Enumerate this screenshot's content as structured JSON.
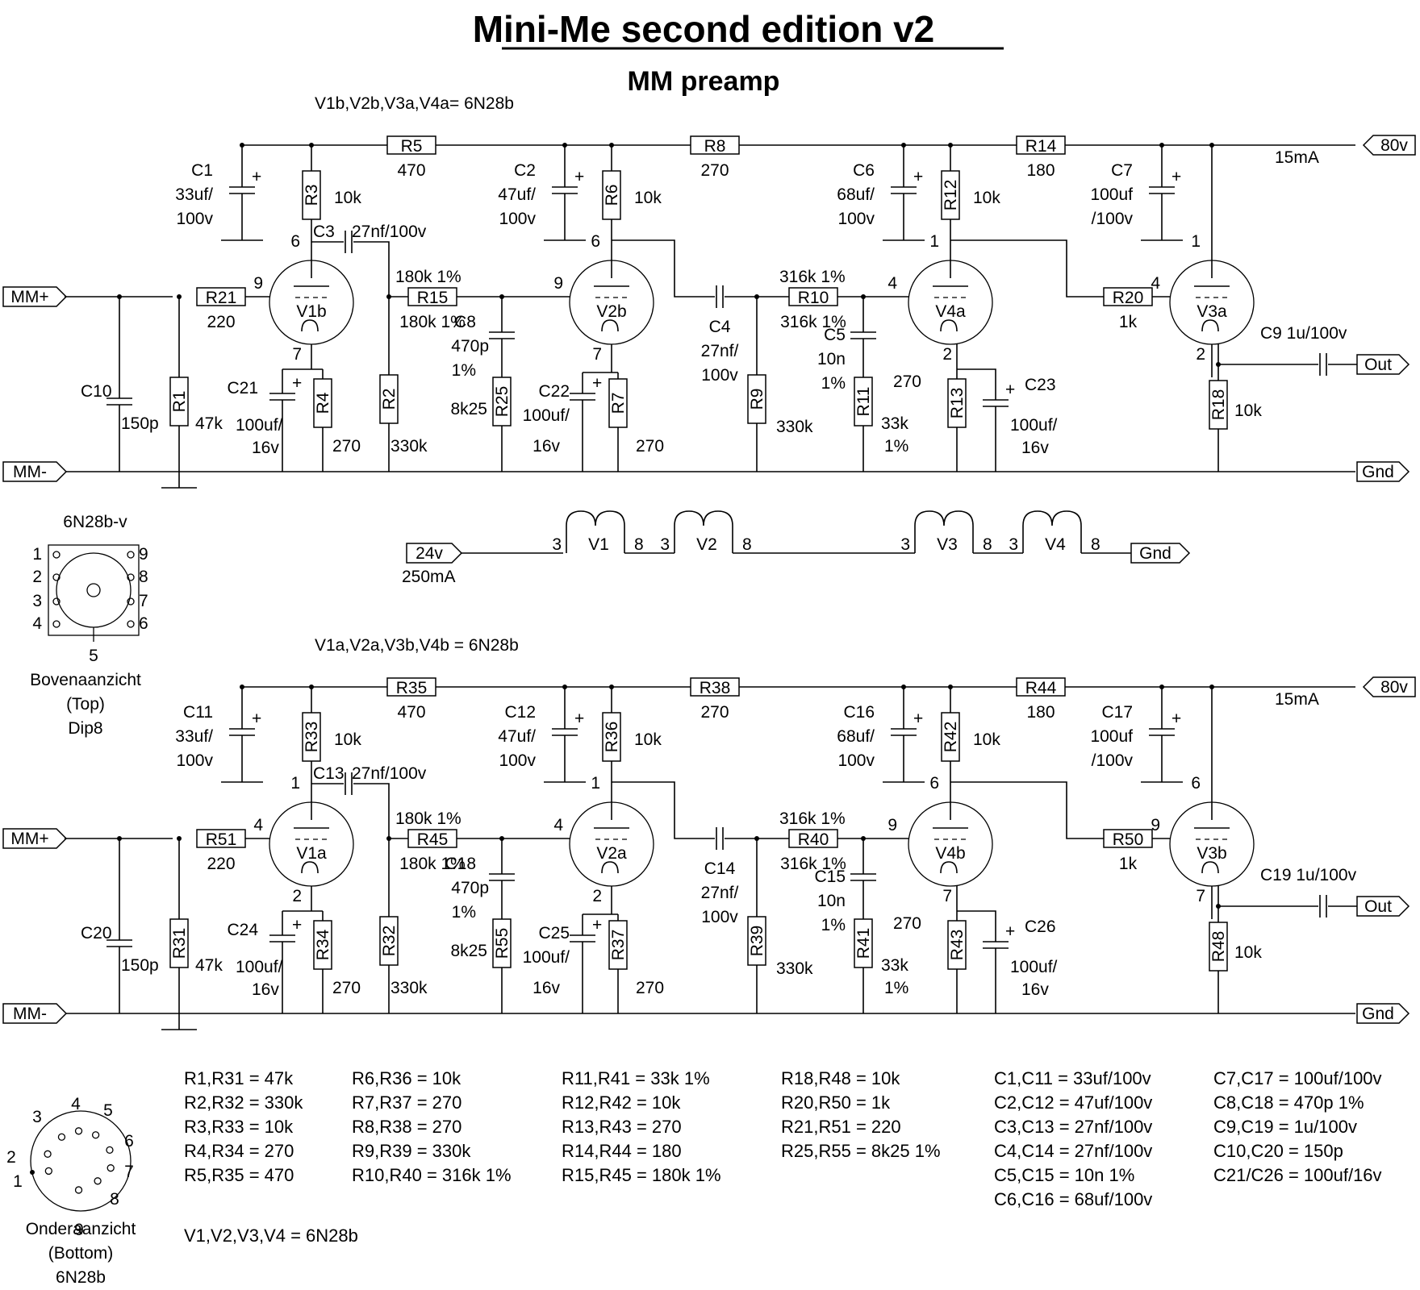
{
  "title": "Mini-Me second edition v2",
  "subtitle": "MM preamp",
  "top": {
    "tube_note": "V1b,V2b,V3a,V4a= 6N28b",
    "supply": "80v",
    "current": "15mA",
    "in_pos": "MM+",
    "in_neg": "MM-",
    "out": "Out",
    "gnd": "Gnd",
    "parts": {
      "R5": [
        "R5",
        "470"
      ],
      "R8": [
        "R8",
        "270"
      ],
      "R14": [
        "R14",
        "180"
      ],
      "C1": [
        "C1",
        "33uf/",
        "100v"
      ],
      "C2": [
        "C2",
        "47uf/",
        "100v"
      ],
      "C6": [
        "C6",
        "68uf/",
        "100v"
      ],
      "C7": [
        "C7",
        "100uf",
        "/100v"
      ],
      "R3": [
        "R3",
        "10k"
      ],
      "R6": [
        "R6",
        "10k"
      ],
      "R12": [
        "R12",
        "10k"
      ],
      "C3": [
        "C3",
        "27nf/100v"
      ],
      "R21": [
        "R21",
        "220"
      ],
      "R15": [
        "R15",
        "180k 1%"
      ],
      "R10": [
        "R10",
        "316k 1%"
      ],
      "R20": [
        "R20",
        "1k"
      ],
      "C8": [
        "C8",
        "470p",
        "1%"
      ],
      "C4": [
        "C4",
        "27nf/",
        "100v"
      ],
      "C5": [
        "C5",
        "10n",
        "1%"
      ],
      "C9": [
        "C9 1u/100v"
      ],
      "C10": [
        "C10",
        "150p"
      ],
      "R1": [
        "R1",
        "47k"
      ],
      "C21": [
        "C21",
        "100uf/",
        "16v"
      ],
      "R4": [
        "R4",
        "270"
      ],
      "R2": [
        "R2",
        "330k"
      ],
      "R25": [
        "R25",
        "8k25"
      ],
      "C22": [
        "C22",
        "100uf/",
        "16v"
      ],
      "R7": [
        "R7",
        "270"
      ],
      "R9": [
        "R9",
        "330k"
      ],
      "R11": [
        "R11",
        "33k",
        "1%"
      ],
      "R13": [
        "R13",
        "270"
      ],
      "C23": [
        "C23",
        "100uf/",
        "16v"
      ],
      "R18": [
        "R18",
        "10k"
      ]
    },
    "tubes": {
      "V1": {
        "name": "V1b",
        "g": "9",
        "a": "6",
        "k": "7"
      },
      "V2": {
        "name": "V2b",
        "g": "9",
        "a": "6",
        "k": "7"
      },
      "V4": {
        "name": "V4a",
        "g": "4",
        "a": "1",
        "k": "2"
      },
      "V3": {
        "name": "V3a",
        "g": "4",
        "a": "1",
        "k": "2"
      }
    }
  },
  "bottom": {
    "tube_note": "V1a,V2a,V3b,V4b = 6N28b",
    "supply": "80v",
    "current": "15mA",
    "in_pos": "MM+",
    "in_neg": "MM-",
    "out": "Out",
    "gnd": "Gnd",
    "parts": {
      "R5": [
        "R35",
        "470"
      ],
      "R8": [
        "R38",
        "270"
      ],
      "R14": [
        "R44",
        "180"
      ],
      "C1": [
        "C11",
        "33uf/",
        "100v"
      ],
      "C2": [
        "C12",
        "47uf/",
        "100v"
      ],
      "C6": [
        "C16",
        "68uf/",
        "100v"
      ],
      "C7": [
        "C17",
        "100uf",
        "/100v"
      ],
      "R3": [
        "R33",
        "10k"
      ],
      "R6": [
        "R36",
        "10k"
      ],
      "R12": [
        "R42",
        "10k"
      ],
      "C3": [
        "C13",
        "27nf/100v"
      ],
      "R21": [
        "R51",
        "220"
      ],
      "R15": [
        "R45",
        "180k 1%"
      ],
      "R10": [
        "R40",
        "316k 1%"
      ],
      "R20": [
        "R50",
        "1k"
      ],
      "C8": [
        "C18",
        "470p",
        "1%"
      ],
      "C4": [
        "C14",
        "27nf/",
        "100v"
      ],
      "C5": [
        "C15",
        "10n",
        "1%"
      ],
      "C9": [
        "C19 1u/100v"
      ],
      "C10": [
        "C20",
        "150p"
      ],
      "R1": [
        "R31",
        "47k"
      ],
      "C21": [
        "C24",
        "100uf/",
        "16v"
      ],
      "R4": [
        "R34",
        "270"
      ],
      "R2": [
        "R32",
        "330k"
      ],
      "R25": [
        "R55",
        "8k25"
      ],
      "C22": [
        "C25",
        "100uf/",
        "16v"
      ],
      "R7": [
        "R37",
        "270"
      ],
      "R9": [
        "R39",
        "330k"
      ],
      "R11": [
        "R41",
        "33k",
        "1%"
      ],
      "R13": [
        "R43",
        "270"
      ],
      "C23": [
        "C26",
        "100uf/",
        "16v"
      ],
      "R18": [
        "R48",
        "10k"
      ]
    },
    "tubes": {
      "V1": {
        "name": "V1a",
        "g": "4",
        "a": "1",
        "k": "2"
      },
      "V2": {
        "name": "V2a",
        "g": "4",
        "a": "1",
        "k": "2"
      },
      "V4": {
        "name": "V4b",
        "g": "9",
        "a": "6",
        "k": "7"
      },
      "V3": {
        "name": "V3b",
        "g": "9",
        "a": "6",
        "k": "7"
      }
    }
  },
  "heater": {
    "supply": "24v",
    "current": "250mA",
    "gnd": "Gnd",
    "filaments": [
      {
        "name": "V1",
        "p1": "3",
        "p2": "8"
      },
      {
        "name": "V2",
        "p1": "3",
        "p2": "8"
      },
      {
        "name": "V3",
        "p1": "3",
        "p2": "8"
      },
      {
        "name": "V4",
        "p1": "3",
        "p2": "8"
      }
    ]
  },
  "pinout_top": {
    "title": "6N28b-v",
    "left_pins": [
      "1",
      "2",
      "3",
      "4"
    ],
    "right_pins": [
      "9",
      "8",
      "7",
      "6"
    ],
    "bottom_pin": "5",
    "caption": [
      "Bovenaanzicht",
      "(Top)",
      "Dip8"
    ]
  },
  "pinout_bottom": {
    "pins": [
      "1",
      "2",
      "3",
      "4",
      "5",
      "6",
      "7",
      "8",
      "9"
    ],
    "caption": [
      "Onderaanzicht",
      "(Bottom)",
      "6N28b"
    ]
  },
  "bom": [
    [
      "R1,R31 = 47k",
      "R2,R32 = 330k",
      "R3,R33 = 10k",
      "R4,R34 = 270",
      "R5,R35 = 470"
    ],
    [
      "R6,R36 = 10k",
      "R7,R37 = 270",
      "R8,R38 = 270",
      "R9,R39 = 330k",
      "R10,R40 = 316k 1%"
    ],
    [
      "R11,R41 = 33k 1%",
      "R12,R42 = 10k",
      "R13,R43 = 270",
      "R14,R44 = 180",
      "R15,R45 = 180k 1%"
    ],
    [
      "R18,R48 = 10k",
      "R20,R50 = 1k",
      "R21,R51 = 220",
      "R25,R55 = 8k25 1%"
    ],
    [
      "C1,C11 = 33uf/100v",
      "C2,C12 = 47uf/100v",
      "C3,C13 = 27nf/100v",
      "C4,C14 = 27nf/100v",
      "C5,C15 = 10n 1%",
      "C6,C16 = 68uf/100v"
    ],
    [
      "C7,C17 = 100uf/100v",
      "C8,C18 = 470p 1%",
      "C9,C19 = 1u/100v",
      "C10,C20 = 150p",
      "C21/C26 = 100uf/16v"
    ]
  ],
  "tube_footnote": "V1,V2,V3,V4 = 6N28b"
}
